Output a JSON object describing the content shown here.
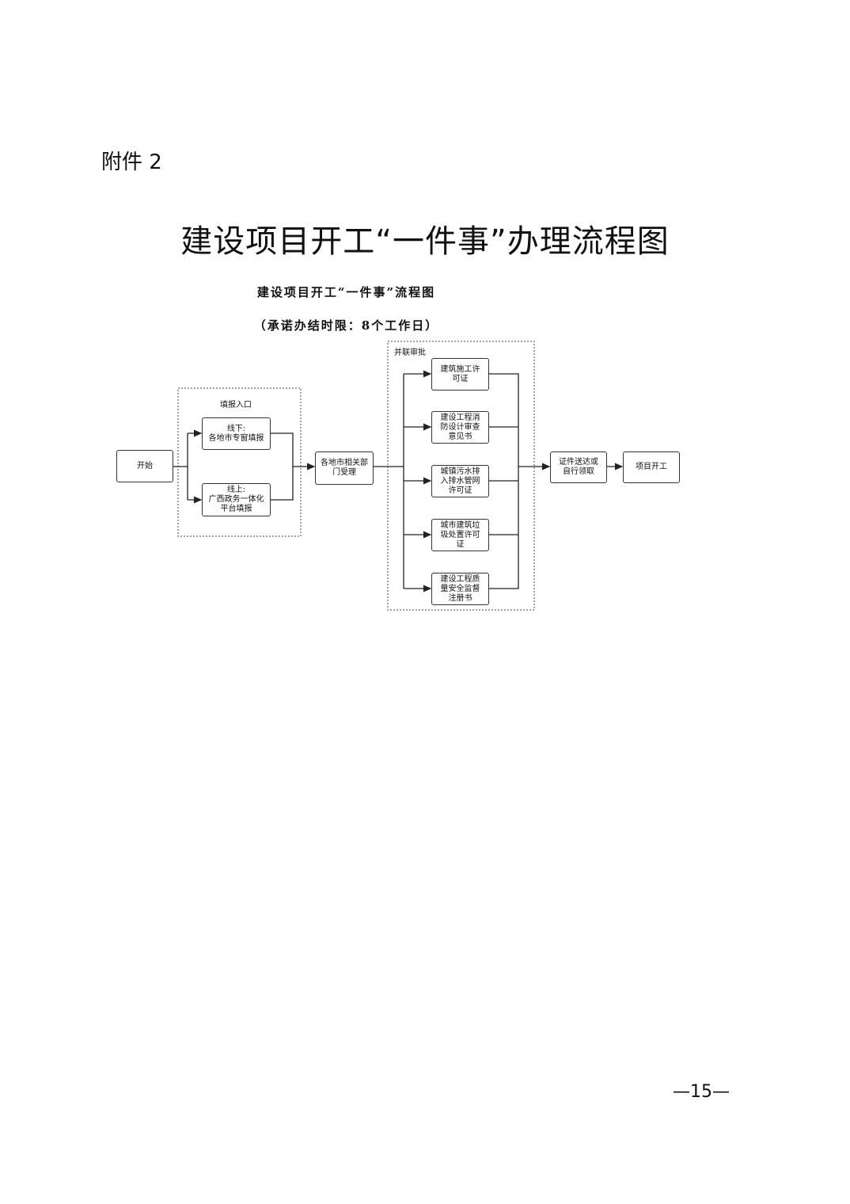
{
  "attachment_label": "附件 2",
  "title": "建设项目开工“一件事”办理流程图",
  "diagram": {
    "title": "建设项目开工“一件事”流程图",
    "subtitle": "（承诺办结时限：8个工作日）",
    "start": "开始",
    "entry_group": {
      "label": "填报入口",
      "offline": "线下:\n各地市专窗填报",
      "online": "线上:\n广西政务一体化\n平台填报"
    },
    "accept": "各地市相关部\n门受理",
    "parallel_group": {
      "label": "并联审批",
      "items": [
        "建筑施工许\n可证",
        "建设工程消\n防设计审查\n意见书",
        "城镇污水排\n入排水管网\n许可证",
        "城市建筑垃\n圾处置许可\n证",
        "建设工程质\n量安全监督\n注册书"
      ]
    },
    "delivery": "证件送达或\n自行领取",
    "end": "项目开工"
  },
  "page_number": "—15—"
}
